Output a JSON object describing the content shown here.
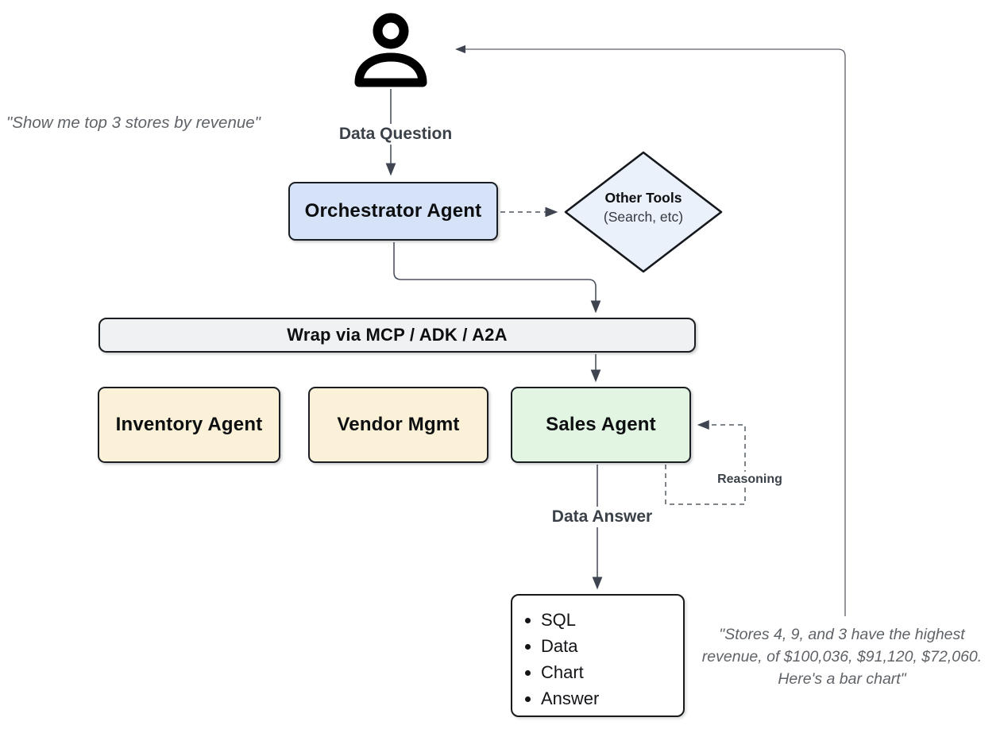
{
  "quotes": {
    "user_question": "\"Show me top 3 stores by revenue\"",
    "answer_lines": [
      "\"Stores 4, 9, and 3 have the highest",
      "revenue, of $100,036, $91,120, $72,060.",
      "Here's a bar chart\""
    ]
  },
  "flow_labels": {
    "data_question": "Data Question",
    "data_answer": "Data Answer",
    "reasoning": "Reasoning"
  },
  "nodes": {
    "orchestrator": {
      "label": "Orchestrator Agent",
      "fill": "#d6e2f8"
    },
    "other_tools": {
      "title": "Other Tools",
      "subtitle": "(Search, etc)",
      "fill": "#eaf1fb"
    },
    "wrap_bar": {
      "label": "Wrap via MCP / ADK / A2A",
      "fill": "#f0f1f2"
    },
    "inventory_agent": {
      "label": "Inventory Agent",
      "fill": "#faf1d8"
    },
    "vendor_mgmt": {
      "label": "Vendor Mgmt",
      "fill": "#faf1d8"
    },
    "sales_agent": {
      "label": "Sales Agent",
      "fill": "#e1f5e2"
    },
    "output": {
      "items": [
        "SQL",
        "Data",
        "Chart",
        "Answer"
      ],
      "fill": "#ffffff"
    }
  },
  "icons": {
    "person": "person-icon"
  },
  "colors": {
    "node_border": "#1a1d21",
    "arrow_head": "#3e4550",
    "flow_line": "#4d535e",
    "return_line": "#5c6169",
    "quote_text": "#5f6368",
    "flow_label_text": "#3b4149"
  }
}
